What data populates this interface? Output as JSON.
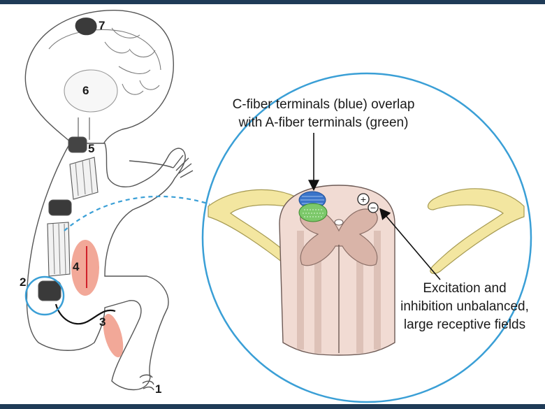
{
  "markers": {
    "m1": "1",
    "m2": "2",
    "m3": "3",
    "m4": "4",
    "m5": "5",
    "m6": "6",
    "m7": "7"
  },
  "captions": {
    "overlap_line1": "C-fiber terminals (blue) overlap",
    "overlap_line2": "with A-fiber terminals (green)",
    "balance_line1": "Excitation and",
    "balance_line2": "inhibition unbalanced,",
    "balance_line3": "large receptive fields"
  },
  "symbols": {
    "plus": "+",
    "minus": "−"
  },
  "colors": {
    "frame_bar": "#1f3b57",
    "highlight_circle": "#3a9fd6",
    "c_fiber": "#3b74c9",
    "a_fiber": "#7cc86a",
    "nerve_root": "#f3e6a0",
    "gray_matter": "#d9b4a8",
    "white_matter": "#f1dbd3",
    "skin_patch": "#f2a898",
    "dermatome_line": "#d0202a"
  }
}
